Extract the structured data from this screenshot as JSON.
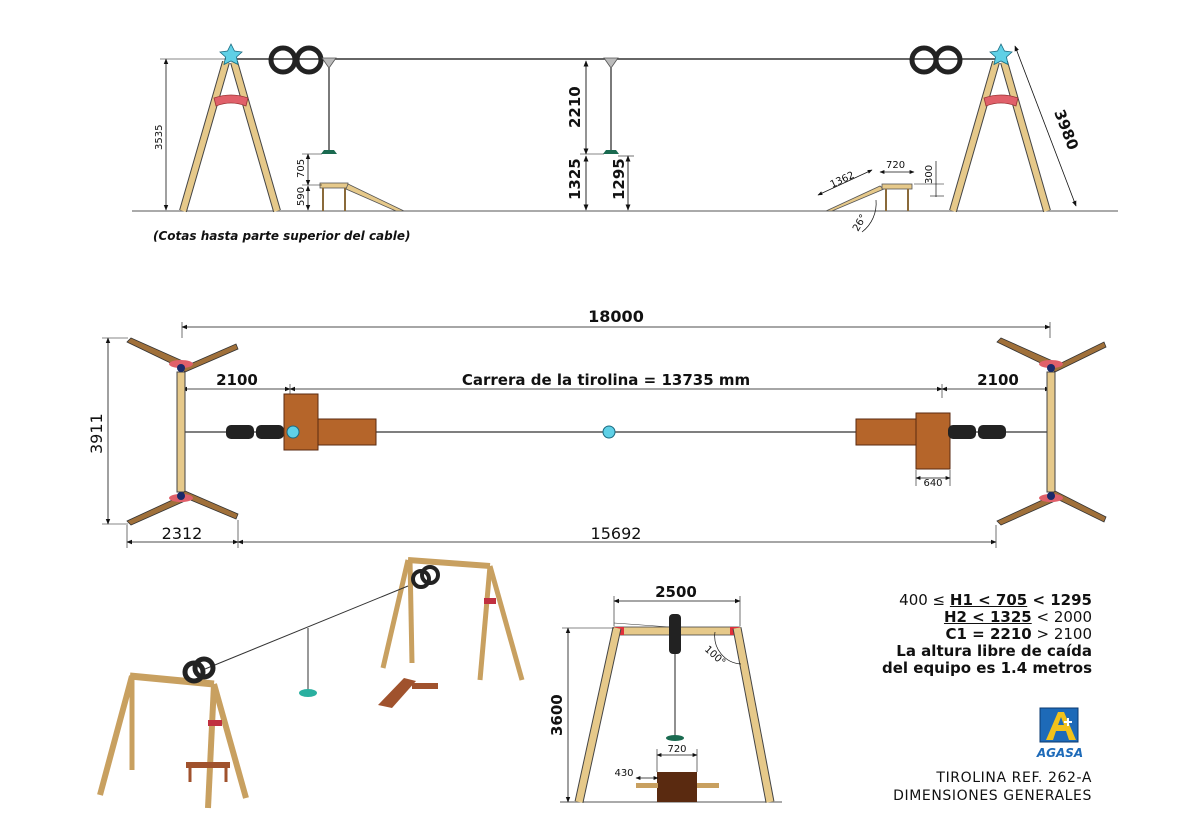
{
  "side_view": {
    "note": "(Cotas hasta parte superior del cable)",
    "dims": {
      "left_height": "3535",
      "seat_gap": "705",
      "platform_height": "590",
      "mid_2210": "2210",
      "mid_1325": "1325",
      "mid_1295": "1295",
      "right_3980": "3980",
      "ramp_1362": "1362",
      "ramp_720": "720",
      "ramp_300": "300",
      "angle_26": "26°"
    }
  },
  "plan_view": {
    "total": "18000",
    "left_offset": "2100",
    "right_offset": "2100",
    "run_label": "Carrera de la tirolina = 13735 mm",
    "width": "3911",
    "platform_640": "640",
    "bottom_left": "2312",
    "bottom_right": "15692"
  },
  "front_view": {
    "width_2500": "2500",
    "height_3600": "3600",
    "angle_100": "100°",
    "seat_720": "720",
    "side_430": "430"
  },
  "specs": {
    "line1_a": "400 ≤ ",
    "line1_b": "H1 < 705",
    "line1_c": " < 1295",
    "line2_a": "H2 < 1325",
    "line2_b": " < 2000",
    "line3_a": "C1 = 2210",
    "line3_b": " > 2100",
    "line4": "La altura libre de caída",
    "line5": "del equipo es 1.4 metros"
  },
  "title": {
    "line1": "TIROLINA REF. 262-A",
    "line2": "DIMENSIONES GENERALES"
  },
  "logo_text": "AGASA",
  "colors": {
    "wood": "#c8a060",
    "wood_dark": "#a0703a",
    "platform": "#b5652a",
    "star": "#5fd0e6",
    "red_accent": "#e0606a",
    "navy": "#1a2a6a"
  }
}
